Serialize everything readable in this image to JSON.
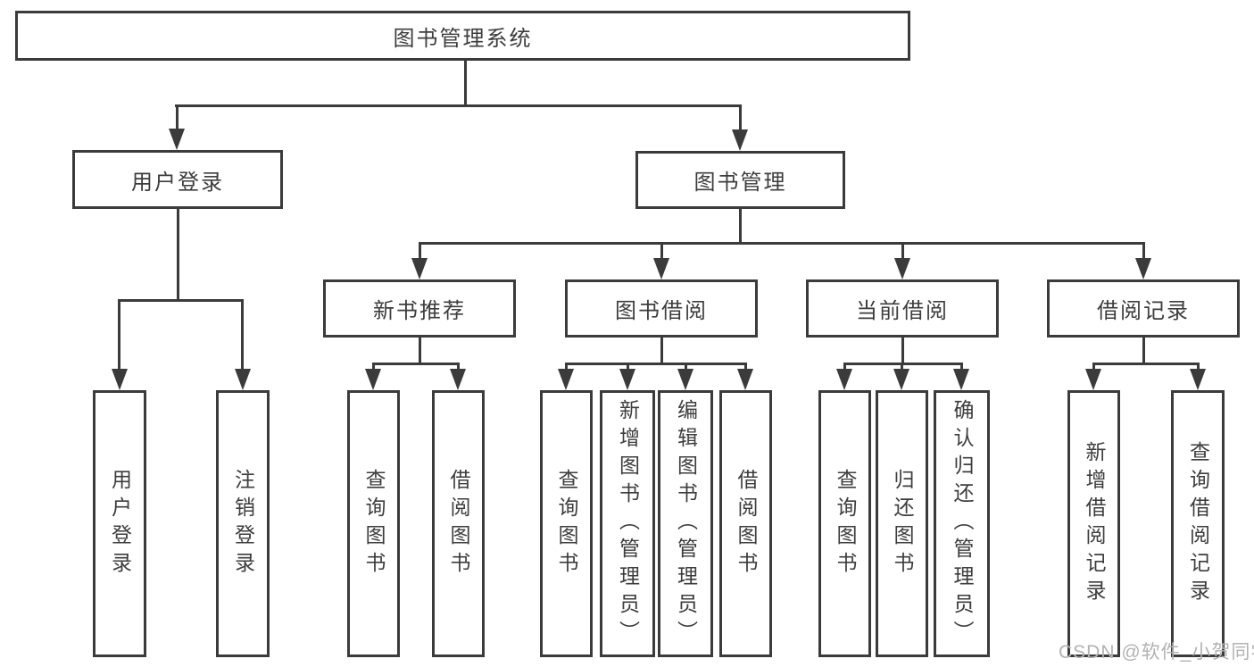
{
  "tree": {
    "root": {
      "label": "图书管理系统"
    },
    "branches": [
      {
        "label": "用户登录",
        "children": [
          {
            "label": "用户登录"
          },
          {
            "label": "注销登录"
          }
        ]
      },
      {
        "label": "图书管理",
        "children": [
          {
            "label": "新书推荐",
            "children": [
              {
                "label": "查询图书"
              },
              {
                "label": "借阅图书"
              }
            ]
          },
          {
            "label": "图书借阅",
            "children": [
              {
                "label": "查询图书"
              },
              {
                "label": "新增图书（管理员）"
              },
              {
                "label": "编辑图书（管理员）"
              },
              {
                "label": "借阅图书"
              }
            ]
          },
          {
            "label": "当前借阅",
            "children": [
              {
                "label": "查询图书"
              },
              {
                "label": "归还图书"
              },
              {
                "label": "确认归还（管理员）"
              }
            ]
          },
          {
            "label": "借阅记录",
            "children": [
              {
                "label": "新增借阅记录"
              },
              {
                "label": "查询借阅记录"
              }
            ]
          }
        ]
      }
    ]
  },
  "watermark": {
    "text": "CSDN @软件_小贺同学"
  },
  "colors": {
    "line": "#3b3b3b",
    "text": "#3d3d3d",
    "watermark": "#b2b2b2",
    "background": "#ffffff"
  }
}
